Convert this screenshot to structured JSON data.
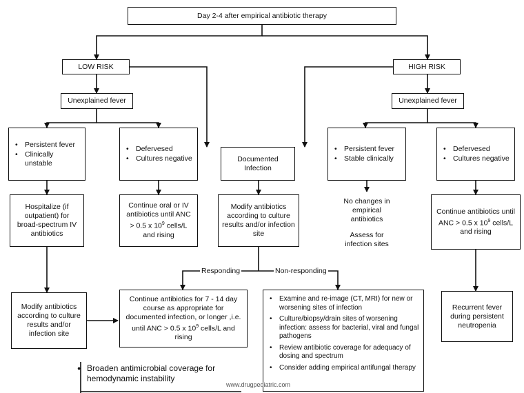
{
  "top": "Day 2-4 after empirical antibiotic therapy",
  "low_risk": "LOW RISK",
  "high_risk": "HIGH RISK",
  "unexplained_fever_low": "Unexplained fever",
  "unexplained_fever_high": "Unexplained fever",
  "persistent_unstable": [
    "Persistent fever",
    "Clinically unstable"
  ],
  "defervesed_low": [
    "Defervesed",
    "Cultures negative"
  ],
  "documented_infection": "Documented Infection",
  "persistent_stable": [
    "Persistent fever",
    "Stable clinically"
  ],
  "defervesed_high": [
    "Defervesed",
    "Cultures negative"
  ],
  "hospitalize": "Hospitalize (if outpatient) for broad-spectrum IV antibiotics",
  "continue_oral_iv": {
    "pre": "Continue oral or IV antibiotics until ANC > 0.5 x 10",
    "sup": "9",
    "post": " cells/L and rising"
  },
  "modify_documented": "Modify antibiotics according to culture results and/or infection site",
  "no_changes": "No changes in empirical antibiotics",
  "assess_sites": "Assess for infection sites",
  "continue_high": {
    "pre": "Continue antibiotics until ANC > 0.5 x 10",
    "sup": "9",
    "post": " cells/L and  rising"
  },
  "responding": "Responding",
  "non_responding": "Non-responding",
  "modify_low": "Modify antibiotics according to culture results and/or infection site",
  "continue_7_14": {
    "pre": "Continue antibiotics for 7 - 14 day course as appropriate for documented infection, or longer ,i.e. until ANC > 0.5 x 10",
    "sup": "9",
    "post": " cells/L and rising"
  },
  "nonresponding_steps": [
    "Examine and re-image (CT, MRI) for new or worsening sites of infection",
    "Culture/biopsy/drain sites of worsening infection: assess for bacterial, viral and fungal pathogens",
    "Review antibiotic coverage for adequacy of dosing and spectrum",
    "Consider adding empirical antifungal therapy"
  ],
  "recurrent_fever": "Recurrent fever during persistent neutropenia",
  "broaden": "Broaden antimicrobial coverage for hemodynamic instability",
  "watermark": "www.drugpediatric.com"
}
